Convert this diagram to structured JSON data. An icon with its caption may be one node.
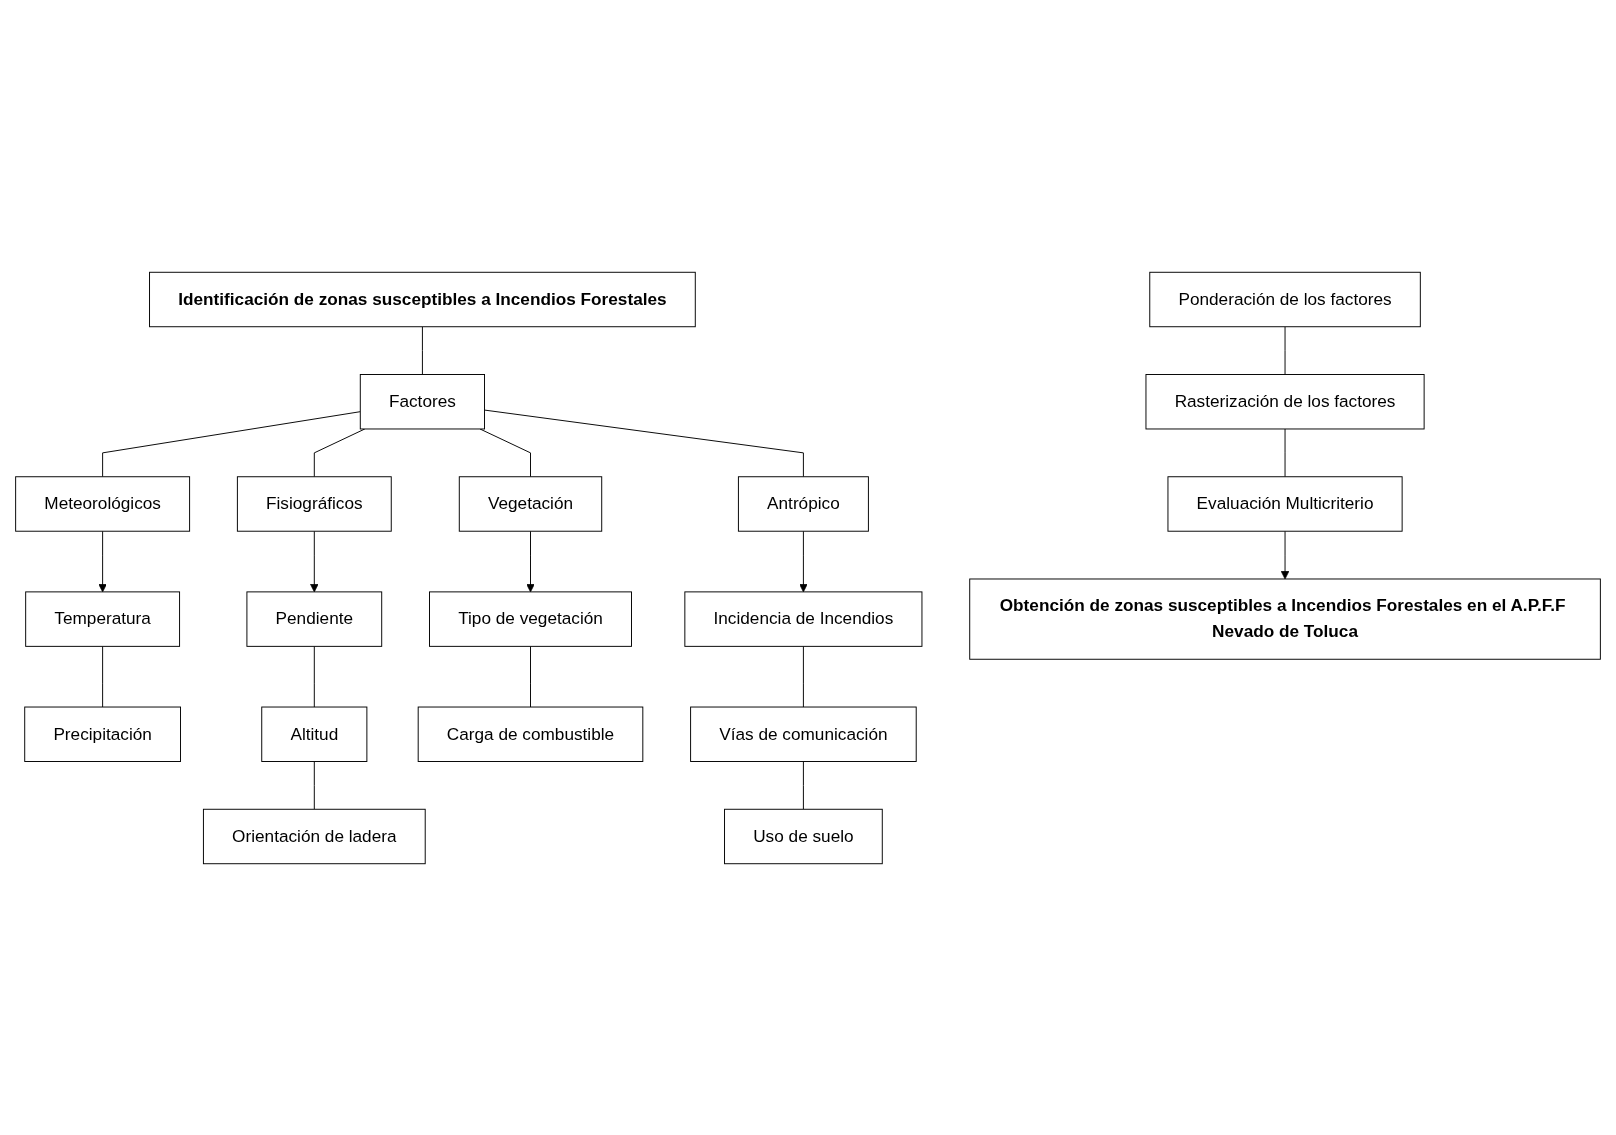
{
  "diagram": {
    "nodes": [
      {
        "text": [
          "Identificación de zonas susceptibles a Incendios Forestales"
        ]
      },
      {
        "text": [
          "Factores"
        ]
      },
      {
        "text": [
          "Meteorológicos"
        ]
      },
      {
        "text": [
          "Fisiográficos"
        ]
      },
      {
        "text": [
          "Vegetación"
        ]
      },
      {
        "text": [
          "Antrópico"
        ]
      },
      {
        "text": [
          "Temperatura"
        ]
      },
      {
        "text": [
          "Precipitación"
        ]
      },
      {
        "text": [
          "Pendiente"
        ]
      },
      {
        "text": [
          "Altitud"
        ]
      },
      {
        "text": [
          "Orientación de ladera"
        ]
      },
      {
        "text": [
          "Tipo de vegetación"
        ]
      },
      {
        "text": [
          "Carga de combustible"
        ]
      },
      {
        "text": [
          "Incidencia de Incendios"
        ]
      },
      {
        "text": [
          "Vías de comunicación"
        ]
      },
      {
        "text": [
          "Uso de suelo"
        ]
      },
      {
        "text": [
          "Ponderación de los factores"
        ]
      },
      {
        "text": [
          "Rasterización de los factores"
        ]
      },
      {
        "text": [
          "Evaluación Multicriterio"
        ]
      },
      {
        "text": [
          "Obtención de zonas susceptibles a Incendios Forestales en el A.P.F.F Nevado de Toluca"
        ]
      }
    ],
    "edges": [
      {
        "from": 0,
        "to": 1,
        "arrow": "none"
      },
      {
        "from": 1,
        "to": 2,
        "arrow": "none"
      },
      {
        "from": 1,
        "to": 3,
        "arrow": "none"
      },
      {
        "from": 1,
        "to": 4,
        "arrow": "none"
      },
      {
        "from": 1,
        "to": 5,
        "arrow": "none"
      },
      {
        "from": 2,
        "to": 6,
        "arrow": "to"
      },
      {
        "from": 6,
        "to": 7,
        "arrow": "none"
      },
      {
        "from": 3,
        "to": 8,
        "arrow": "to"
      },
      {
        "from": 8,
        "to": 9,
        "arrow": "none"
      },
      {
        "from": 9,
        "to": 10,
        "arrow": "none"
      },
      {
        "from": 4,
        "to": 11,
        "arrow": "to"
      },
      {
        "from": 11,
        "to": 12,
        "arrow": "none"
      },
      {
        "from": 5,
        "to": 13,
        "arrow": "to"
      },
      {
        "from": 13,
        "to": 14,
        "arrow": "none"
      },
      {
        "from": 14,
        "to": 15,
        "arrow": "none"
      },
      {
        "from": 16,
        "to": 17,
        "arrow": "none"
      },
      {
        "from": 17,
        "to": 18,
        "arrow": "none"
      },
      {
        "from": 18,
        "to": 19,
        "arrow": "to"
      }
    ]
  }
}
